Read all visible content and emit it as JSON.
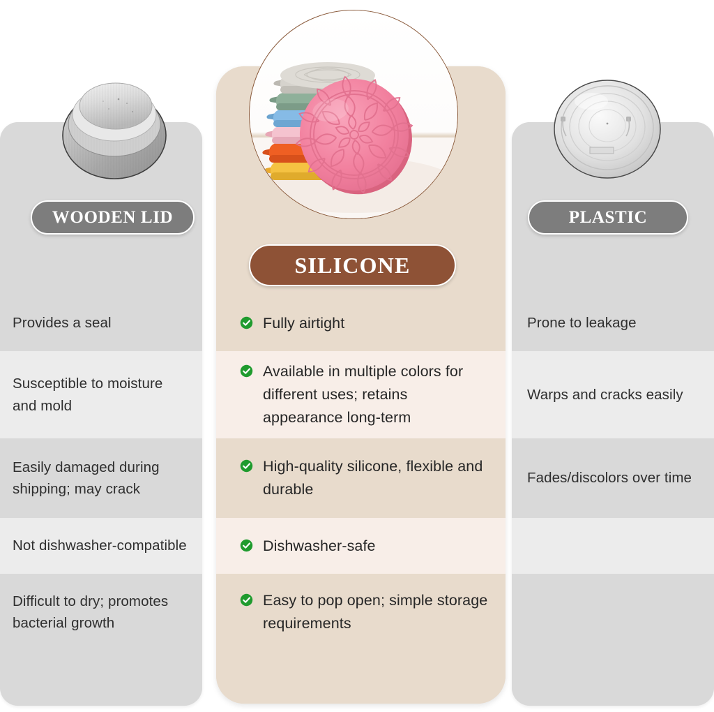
{
  "comparison": {
    "columns": [
      {
        "id": "wooden",
        "badge_label": "WOODEN LID",
        "badge_color": "#7d7d7d",
        "panel_color": "#d9d9d9",
        "image_name": "wooden-lid-photo",
        "rows": [
          "Provides a seal",
          "Susceptible to moisture and mold",
          "Easily damaged during shipping; may crack",
          "Not dishwasher-compatible",
          "Difficult to dry; promotes bacterial growth"
        ]
      },
      {
        "id": "silicone",
        "badge_label": "SILICONE",
        "badge_color": "#8e5236",
        "panel_color": "#e8dbcc",
        "image_name": "silicone-lids-photo",
        "rows": [
          "Fully airtight",
          "Available in multiple colors for different uses; retains appearance long-term",
          "High-quality silicone, flexible and durable",
          "Dishwasher-safe",
          "Easy to pop open; simple storage requirements"
        ]
      },
      {
        "id": "plastic",
        "badge_label": "PLASTIC",
        "badge_color": "#7d7d7d",
        "panel_color": "#d9d9d9",
        "image_name": "plastic-lid-photo",
        "rows": [
          "Prone to leakage",
          "Warps and cracks easily",
          "Fades/discolors over time",
          "",
          ""
        ]
      }
    ],
    "bullet_icon": "check-circle-icon",
    "bullet_icon_color": "#1f9b2e",
    "accent_brown": "#8e5236",
    "stripe_colors": {
      "side_dark": "#d9d9d9",
      "side_light": "#ececec",
      "center_dark": "#e8dbcc",
      "center_light": "#f8eee8"
    },
    "silicone_image": {
      "lid_stack_colors": [
        "#d6d3cd",
        "#8fb09a",
        "#86bbe6",
        "#f5c3cf",
        "#ef5f23",
        "#f5c242"
      ],
      "front_lid_color": "#f2819f",
      "front_lid_pattern": "mandala-flower-emboss",
      "circle_border_color": "#8a5a3b"
    }
  }
}
